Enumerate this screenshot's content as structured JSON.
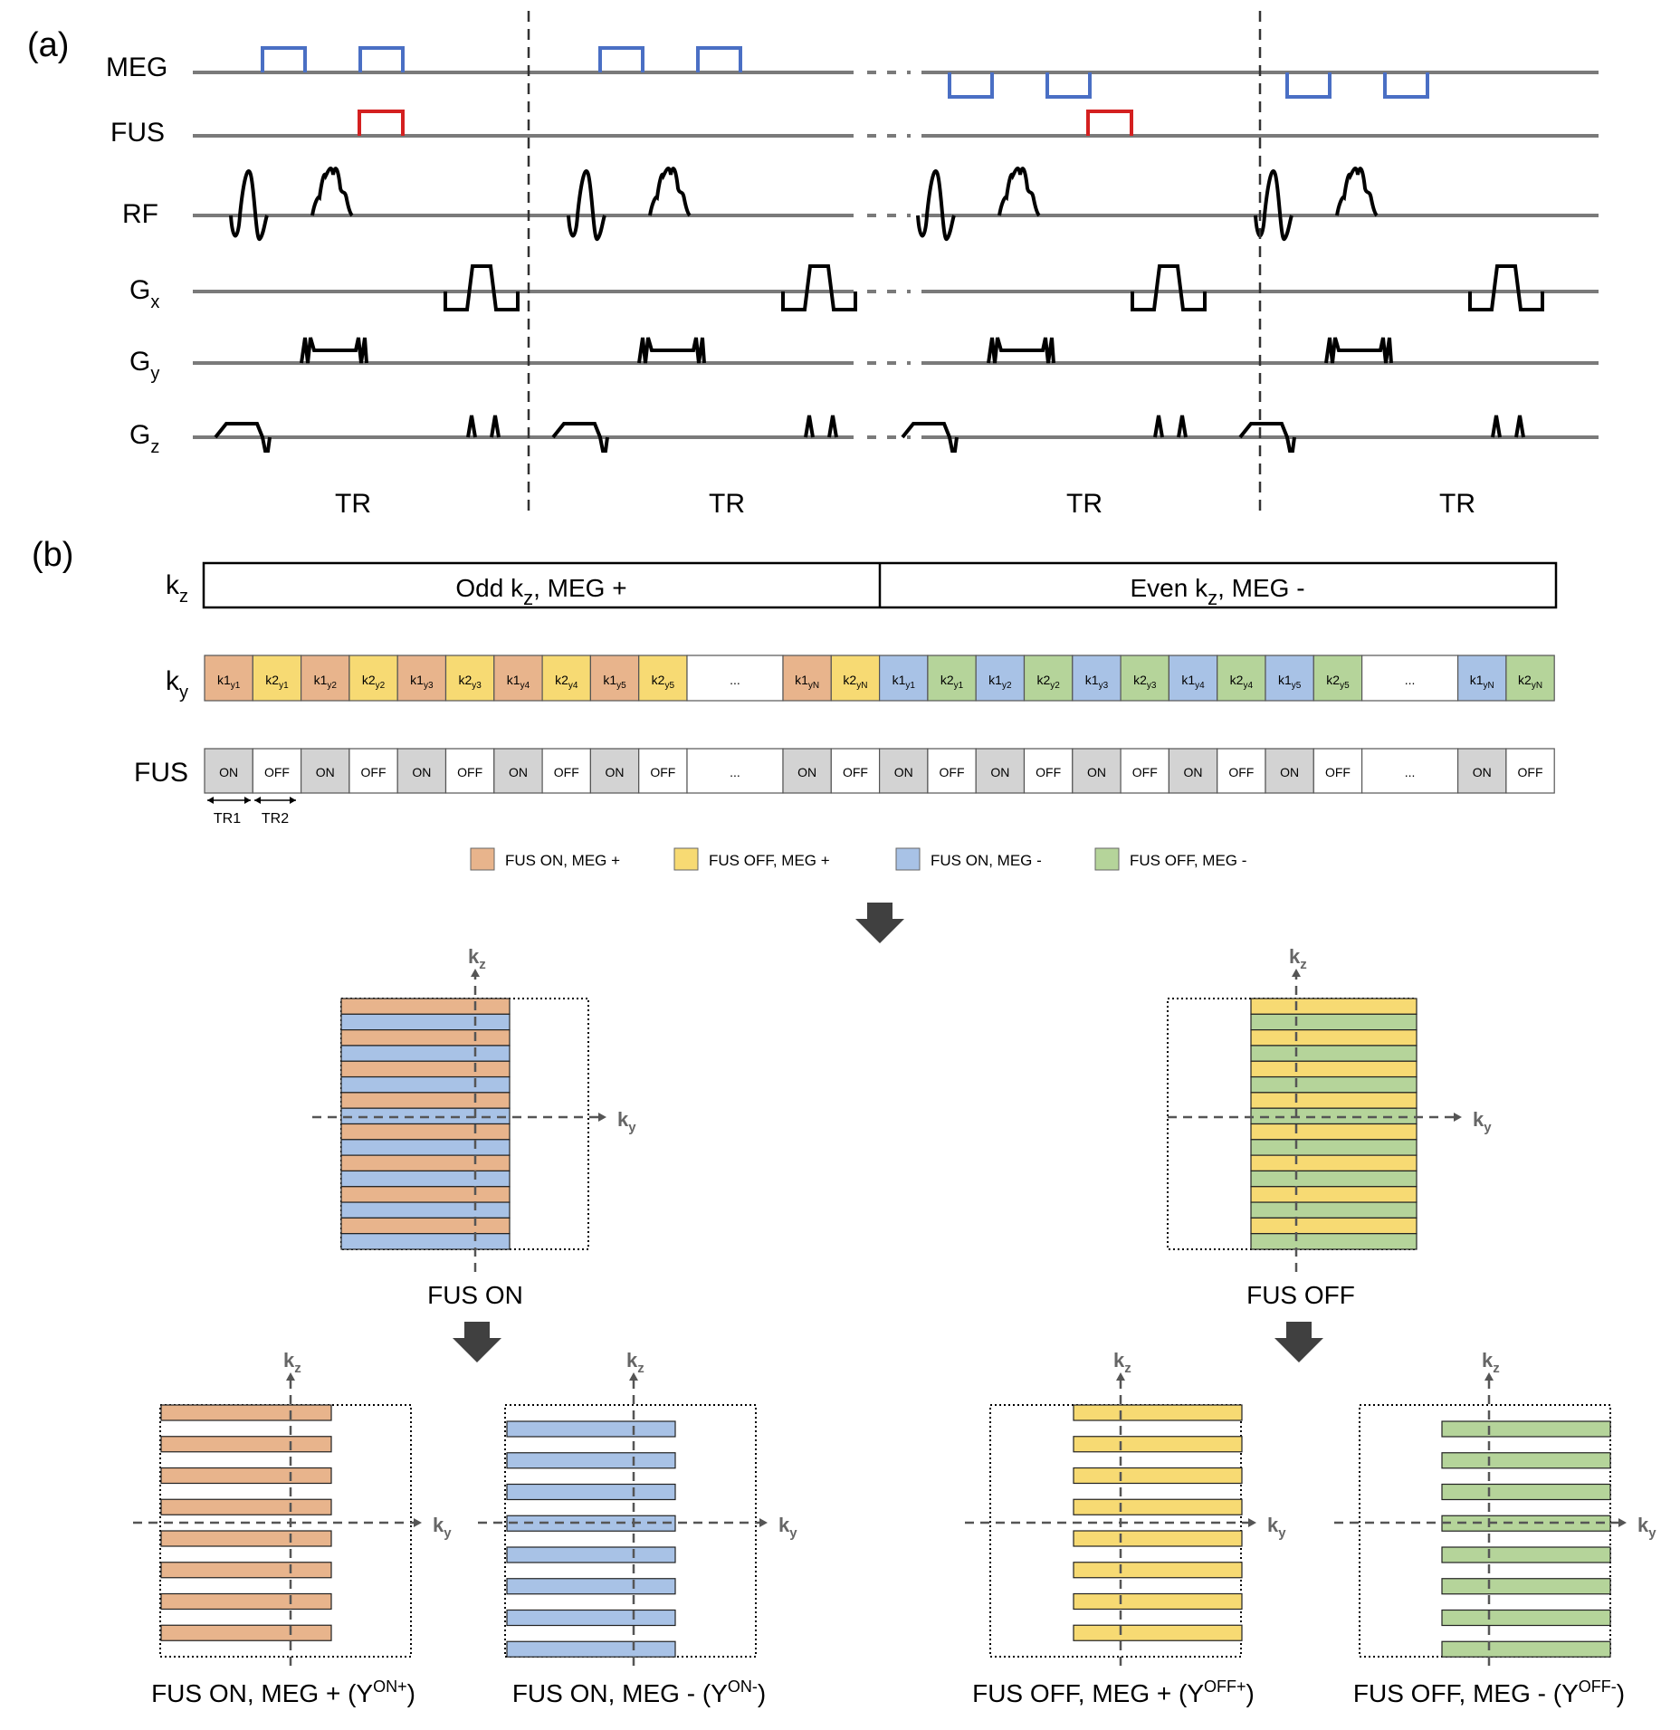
{
  "panel_a": {
    "label": "(a)",
    "channels": {
      "meg": "MEG",
      "fus": "FUS",
      "rf": "RF",
      "gx": {
        "base": "G",
        "sub": "x"
      },
      "gy": {
        "base": "G",
        "sub": "y"
      },
      "gz": {
        "base": "G",
        "sub": "z"
      }
    },
    "tr_label": "TR",
    "tr_count": 4,
    "colors": {
      "baseline": "#7a7a7a",
      "meg": "#4a6fc4",
      "fus": "#d42020",
      "waveform": "#000000",
      "divider": "#333333"
    }
  },
  "panel_b": {
    "label": "(b)",
    "kz_row": {
      "label": {
        "base": "k",
        "sub": "z"
      },
      "odd": {
        "pre": "Odd k",
        "sub": "z",
        "post": ",  MEG +"
      },
      "even": {
        "pre": "Even k",
        "sub": "z",
        "post": ", MEG -"
      }
    },
    "ky_row": {
      "label": {
        "base": "k",
        "sub": "y"
      },
      "ellipsis": "...",
      "cells": [
        {
          "base": "k1",
          "sub": "y1",
          "color": "orange"
        },
        {
          "base": "k2",
          "sub": "y1",
          "color": "yellow"
        },
        {
          "base": "k1",
          "sub": "y2",
          "color": "orange"
        },
        {
          "base": "k2",
          "sub": "y2",
          "color": "yellow"
        },
        {
          "base": "k1",
          "sub": "y3",
          "color": "orange"
        },
        {
          "base": "k2",
          "sub": "y3",
          "color": "yellow"
        },
        {
          "base": "k1",
          "sub": "y4",
          "color": "orange"
        },
        {
          "base": "k2",
          "sub": "y4",
          "color": "yellow"
        },
        {
          "base": "k1",
          "sub": "y5",
          "color": "orange"
        },
        {
          "base": "k2",
          "sub": "y5",
          "color": "yellow"
        },
        {
          "ellipsis": true
        },
        {
          "base": "k1",
          "sub": "yN",
          "color": "orange"
        },
        {
          "base": "k2",
          "sub": "yN",
          "color": "yellow"
        },
        {
          "base": "k1",
          "sub": "y1",
          "color": "blue"
        },
        {
          "base": "k2",
          "sub": "y1",
          "color": "green"
        },
        {
          "base": "k1",
          "sub": "y2",
          "color": "blue"
        },
        {
          "base": "k2",
          "sub": "y2",
          "color": "green"
        },
        {
          "base": "k1",
          "sub": "y3",
          "color": "blue"
        },
        {
          "base": "k2",
          "sub": "y3",
          "color": "green"
        },
        {
          "base": "k1",
          "sub": "y4",
          "color": "blue"
        },
        {
          "base": "k2",
          "sub": "y4",
          "color": "green"
        },
        {
          "base": "k1",
          "sub": "y5",
          "color": "blue"
        },
        {
          "base": "k2",
          "sub": "y5",
          "color": "green"
        },
        {
          "ellipsis": true
        },
        {
          "base": "k1",
          "sub": "yN",
          "color": "blue"
        },
        {
          "base": "k2",
          "sub": "yN",
          "color": "green"
        }
      ]
    },
    "fus_row": {
      "label": "FUS",
      "on": "ON",
      "off": "OFF",
      "ellipsis": "...",
      "tr1": "TR1",
      "tr2": "TR2"
    },
    "legend": [
      {
        "label": "FUS ON, MEG +",
        "color": "orange"
      },
      {
        "label": "FUS OFF, MEG +",
        "color": "yellow"
      },
      {
        "label": "FUS ON, MEG -",
        "color": "blue"
      },
      {
        "label": "FUS OFF, MEG -",
        "color": "green"
      }
    ],
    "palette": {
      "orange": "#e8b48c",
      "yellow": "#f7da73",
      "blue": "#a8c2e6",
      "green": "#b5d49a",
      "gray": "#d3d3d3",
      "arrow": "#404040",
      "axis": "#555555"
    },
    "axis_labels": {
      "kz": {
        "base": "k",
        "sub": "z"
      },
      "ky": {
        "base": "k",
        "sub": "y"
      }
    },
    "mid_diagrams": [
      {
        "caption": "FUS ON",
        "colors": [
          "orange",
          "blue"
        ]
      },
      {
        "caption": "FUS OFF",
        "colors": [
          "yellow",
          "green"
        ]
      }
    ],
    "bottom_diagrams": [
      {
        "caption_pre": "FUS ON, MEG + (Y",
        "caption_sup": "ON+",
        "caption_post": ")",
        "color": "orange"
      },
      {
        "caption_pre": "FUS ON, MEG - (Y",
        "caption_sup": "ON-",
        "caption_post": ")",
        "color": "blue"
      },
      {
        "caption_pre": "FUS OFF, MEG + (Y",
        "caption_sup": "OFF+",
        "caption_post": ")",
        "color": "yellow"
      },
      {
        "caption_pre": "FUS OFF, MEG - (Y",
        "caption_sup": "OFF-",
        "caption_post": ")",
        "color": "green"
      }
    ]
  }
}
